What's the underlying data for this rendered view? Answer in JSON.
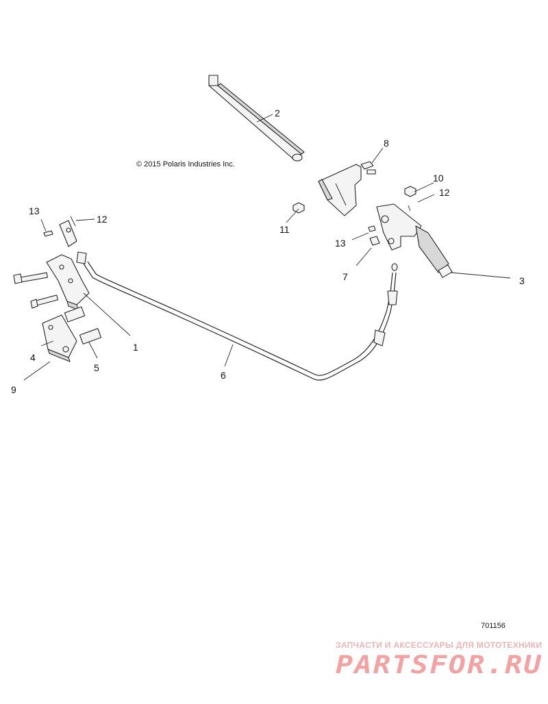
{
  "copyright": "© 2015 Polaris Industries Inc.",
  "figure_number": "701156",
  "callouts": [
    "1",
    "2",
    "3",
    "4",
    "5",
    "6",
    "7",
    "8",
    "9",
    "10",
    "11",
    "12",
    "12",
    "13",
    "13"
  ],
  "watermark": {
    "tagline": "ЗАПЧАСТИ И АКСЕССУАРЫ ДЛЯ МОТОТЕХНИКИ",
    "logo": "PARTSFOR.RU"
  }
}
